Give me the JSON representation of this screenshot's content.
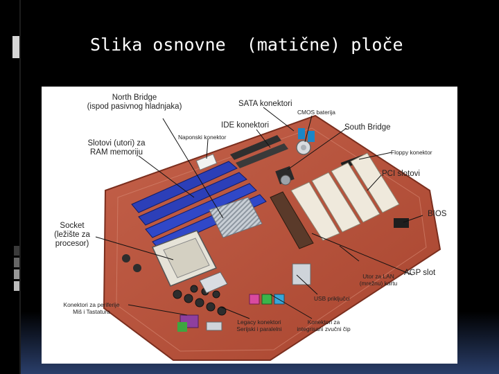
{
  "slide": {
    "title": "Slika osnovne  (matične) ploče",
    "accent_color": "#2a3e6a"
  },
  "figure": {
    "labels": {
      "north_bridge": "North Bridge\n(ispod pasivnog hladnjaka)",
      "sata": "SATA konektori",
      "cmos": "CMOS baterija",
      "ide": "IDE konektori",
      "south_bridge": "South Bridge",
      "power": "Naponski konektor",
      "ram": "Slotovi (utori) za\nRAM memoriju",
      "floppy": "Floppy konektor",
      "pci": "PCI slotovi",
      "socket": "Socket\n(ležište za\nprocesor)",
      "bios": "BIOS",
      "agp": "AGP slot",
      "lan": "Utor za LAN\n(mrežnu) kartu",
      "usb": "USB priključci",
      "periph": "Konektori za periferije\nMiš i Tastatura",
      "legacy": "Legacy konektori\nSerijski i paralelni",
      "audio": "Konektori za\nintegrisani zvučni čip"
    }
  }
}
